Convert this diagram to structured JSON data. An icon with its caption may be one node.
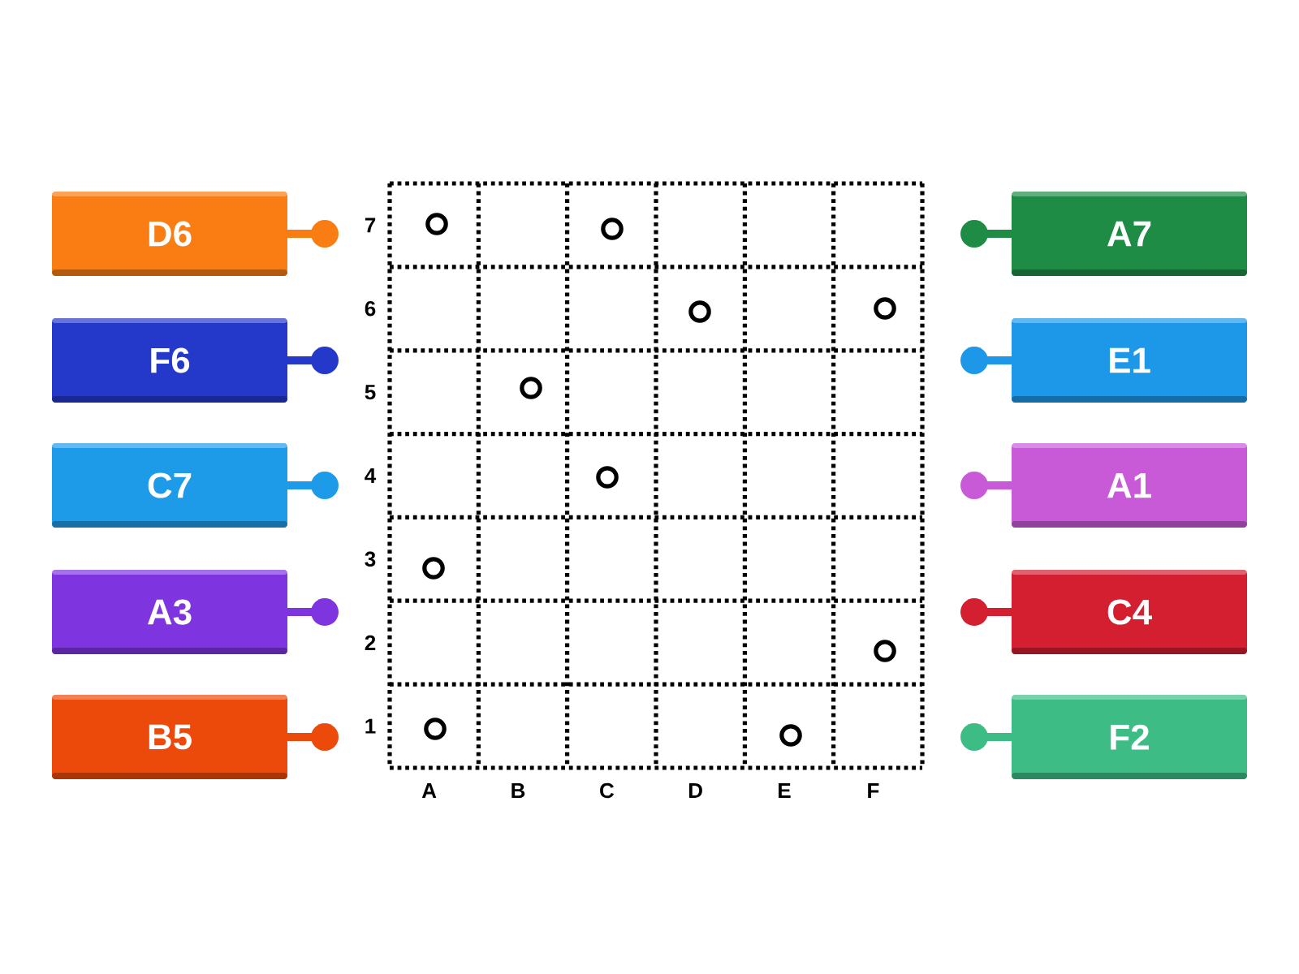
{
  "diagram": {
    "nodes": [
      {
        "text": [
          "D6"
        ]
      },
      {
        "text": [
          "A7"
        ]
      },
      {
        "text": [
          "F6"
        ]
      },
      {
        "text": [
          "E1"
        ]
      },
      {
        "text": [
          "C7"
        ]
      },
      {
        "text": [
          "A1"
        ]
      },
      {
        "text": [
          "A3"
        ]
      },
      {
        "text": [
          "C4"
        ]
      },
      {
        "text": [
          "B5"
        ]
      },
      {
        "text": [
          "F2"
        ]
      }
    ],
    "labels": [
      "7",
      "6",
      "5",
      "4",
      "3",
      "2",
      "1",
      "A",
      "B",
      "C",
      "D",
      "E",
      "F"
    ]
  }
}
